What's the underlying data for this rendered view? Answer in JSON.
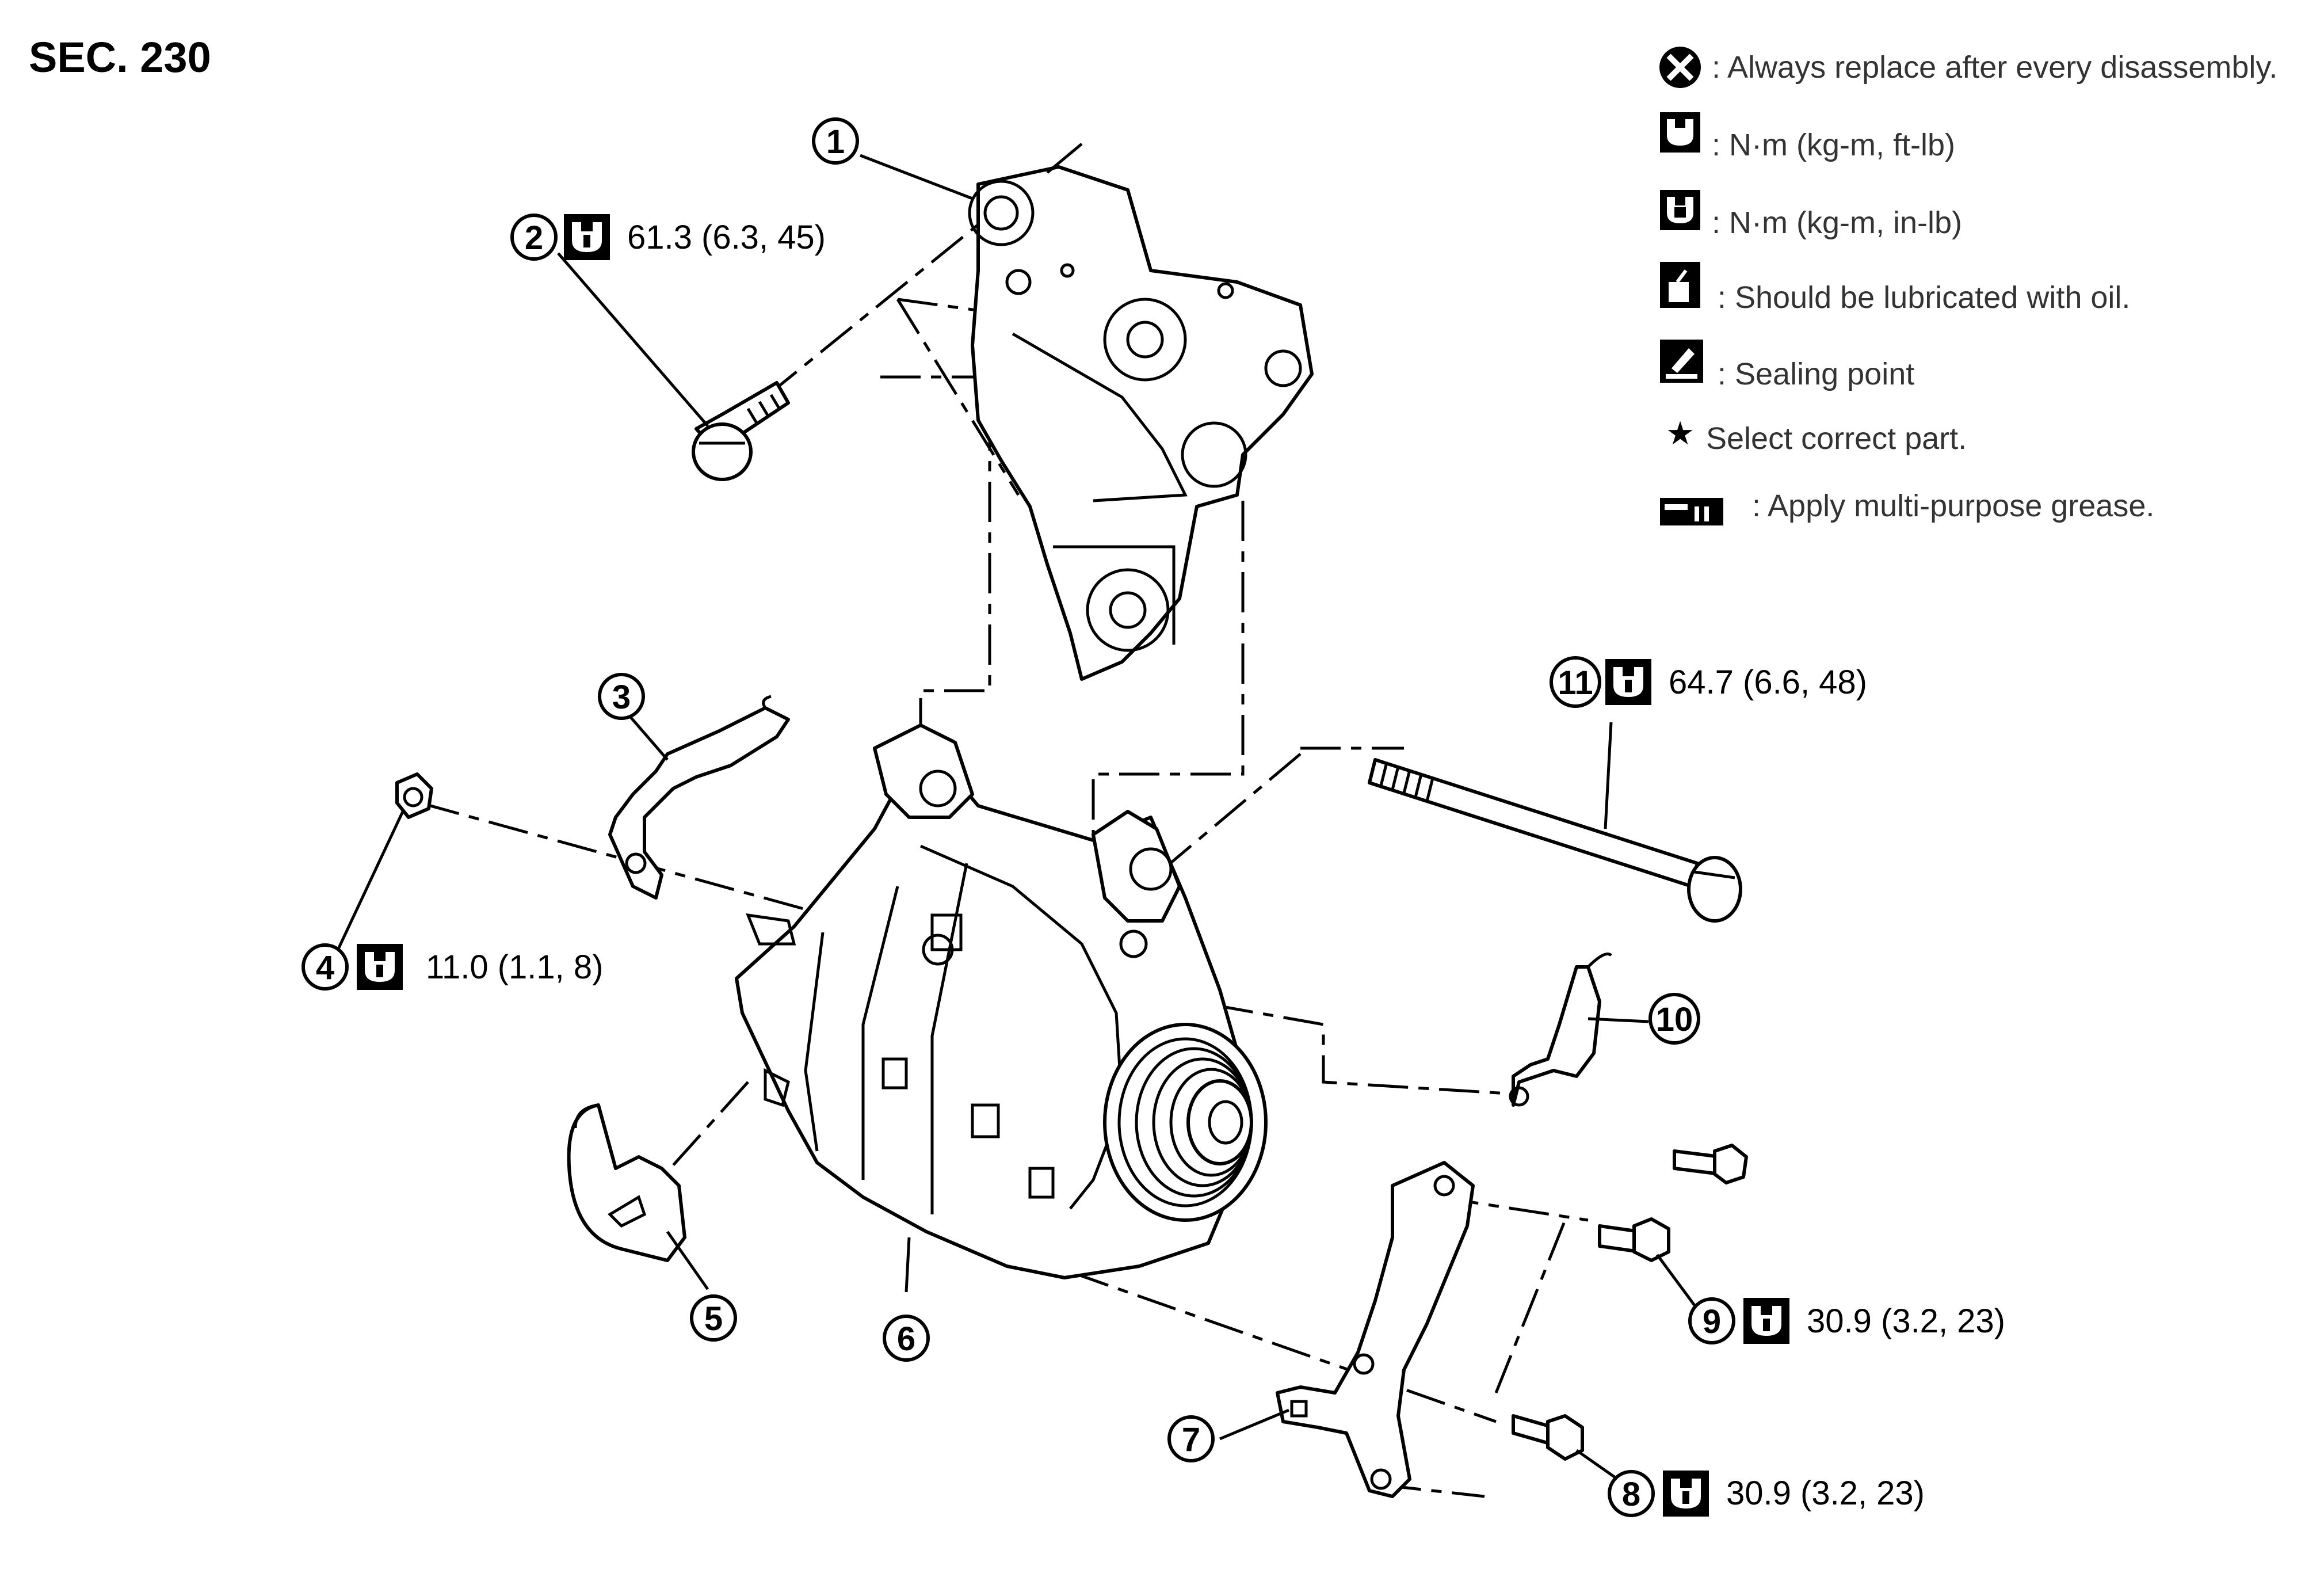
{
  "section": "SEC. 230",
  "legend": [
    {
      "icon": "always-replace-icon",
      "text": ": Always replace after every disassembly."
    },
    {
      "icon": "torque-wrench-icon",
      "text": ": N·m (kg-m, ft-lb)"
    },
    {
      "icon": "torque-wrench-inlb-icon",
      "text": ": N·m (kg-m, in-lb)"
    },
    {
      "icon": "oil-can-icon",
      "text": ": Should be lubricated with oil."
    },
    {
      "icon": "sealing-point-icon",
      "text": ": Sealing point"
    },
    {
      "icon": "star-icon",
      "text": "Select correct part."
    },
    {
      "icon": "grease-icon",
      "text": ": Apply multi-purpose grease."
    }
  ],
  "callouts": [
    {
      "num": "1"
    },
    {
      "num": "2",
      "torque": "61.3 (6.3, 45)"
    },
    {
      "num": "3"
    },
    {
      "num": "4",
      "torque": "11.0 (1.1, 8)"
    },
    {
      "num": "5"
    },
    {
      "num": "6"
    },
    {
      "num": "7"
    },
    {
      "num": "8",
      "torque": "30.9 (3.2, 23)"
    },
    {
      "num": "9",
      "torque": "30.9 (3.2, 23)"
    },
    {
      "num": "10"
    },
    {
      "num": "11",
      "torque": "64.7 (6.6, 48)"
    }
  ]
}
